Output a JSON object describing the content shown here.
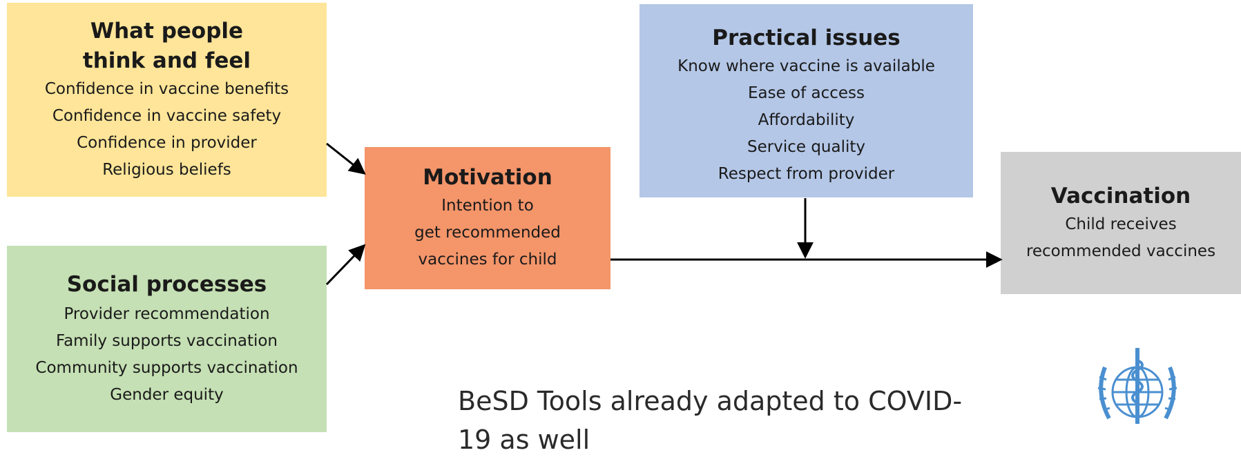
{
  "boxes": {
    "think_feel": {
      "title_line1": "What people",
      "title_line2": "think and feel",
      "items": [
        "Confidence in vaccine benefits",
        "Confidence  in vaccine safety",
        "Confidence  in provider",
        "Religious beliefs"
      ],
      "color": "#ffe599"
    },
    "social": {
      "title": "Social processes",
      "items": [
        "Provider recommendation",
        "Family supports vaccination",
        "Community supports vaccination",
        "Gender equity"
      ],
      "color": "#c5e0b4"
    },
    "motivation": {
      "title": "Motivation",
      "items": [
        "Intention to",
        "get recommended",
        "vaccines for child"
      ],
      "color": "#f4956a"
    },
    "practical": {
      "title": "Practical issues",
      "items": [
        "Know where vaccine is available",
        "Ease of access",
        "Affordability",
        "Service quality",
        "Respect from provider"
      ],
      "color": "#b4c7e7"
    },
    "vaccination": {
      "title": "Vaccination",
      "items": [
        "Child receives",
        "recommended  vaccines"
      ],
      "color": "#d0d0d0"
    }
  },
  "caption": {
    "line1": "BeSD Tools already adapted to COVID-",
    "line2": "19 as well"
  },
  "logo": {
    "icon": "who-emblem-icon",
    "color": "#4a8fd0"
  }
}
